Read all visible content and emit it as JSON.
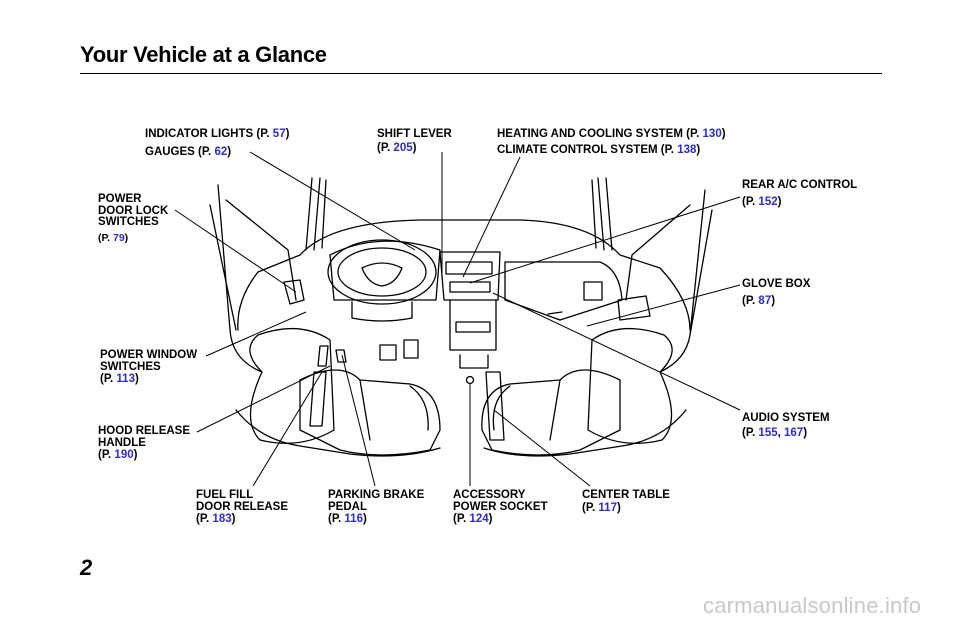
{
  "header": {
    "title": "Your Vehicle at a Glance"
  },
  "page_number": "2",
  "watermark": "carmanualsonline.info",
  "colors": {
    "page_ref": "#2a2ae0",
    "text": "#000000",
    "watermark": "#c8c8c8"
  },
  "labels": {
    "indicator": {
      "lines": [
        "INDICATOR LIGHTS (P. "
      ],
      "page": "57",
      "close": ")"
    },
    "gauges": {
      "pre": "GAUGES (P. ",
      "page": "62",
      "close": ")"
    },
    "shift": {
      "line1": "SHIFT LEVER",
      "pre": "(P. ",
      "page": "205",
      "close": ")"
    },
    "heating": {
      "pre": "HEATING AND COOLING SYSTEM (P. ",
      "page": "130",
      "close": ")"
    },
    "climate": {
      "pre": "CLIMATE CONTROL SYSTEM (P. ",
      "page": "138",
      "close": ")"
    },
    "rear_ac": {
      "line1": "REAR A/C CONTROL",
      "pre": "(P. ",
      "page": "152",
      "close": ")"
    },
    "power_door": {
      "line1": "POWER",
      "line2": "DOOR LOCK",
      "line3": "SWITCHES",
      "pre": "(P. ",
      "page": "79",
      "close": ")"
    },
    "glove": {
      "line1": "GLOVE BOX",
      "pre": "(P. ",
      "page": "87",
      "close": ")"
    },
    "power_window": {
      "line1": "POWER WINDOW",
      "line2": "SWITCHES",
      "pre": "(P. ",
      "page": "113",
      "close": ")"
    },
    "audio": {
      "line1": "AUDIO SYSTEM",
      "pre": "(P. ",
      "page1": "155",
      "sep": ", ",
      "page2": "167",
      "close": ")"
    },
    "hood": {
      "line1": "HOOD RELEASE",
      "line2": "HANDLE",
      "pre": "(P. ",
      "page": "190",
      "close": ")"
    },
    "fuel": {
      "line1": "FUEL FILL",
      "line2": "DOOR RELEASE",
      "pre": "(P. ",
      "page": "183",
      "close": ")"
    },
    "parking": {
      "line1": "PARKING BRAKE",
      "line2": "PEDAL",
      "pre": "(P. ",
      "page": "116",
      "close": ")"
    },
    "accessory": {
      "line1": "ACCESSORY",
      "line2": "POWER SOCKET",
      "pre": "(P. ",
      "page": "124",
      "close": ")"
    },
    "center_table": {
      "line1": "CENTER TABLE",
      "pre": "(P. ",
      "page": "117",
      "close": ")"
    }
  }
}
